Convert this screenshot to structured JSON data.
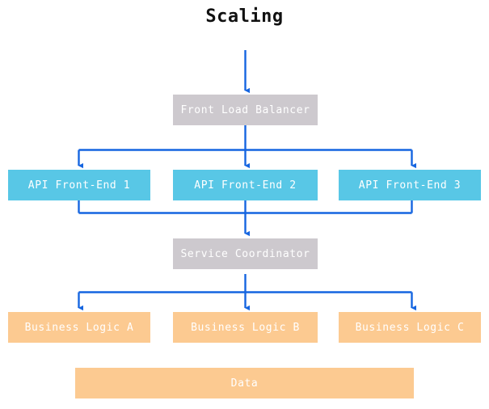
{
  "diagram": {
    "title": "Scaling",
    "type": "flowchart",
    "accent_line_color": "#1565e0",
    "background_color": "#ffffff",
    "palette": {
      "gray": "#cdc9ce",
      "cyan": "#58c7e6",
      "orange": "#fcca91",
      "node_text": "#ffffff",
      "title_text": "#111111"
    },
    "tiers": [
      {
        "name": "entry",
        "nodes": [
          {
            "id": "front-load-balancer",
            "label": "Front Load Balancer",
            "color": "gray"
          }
        ]
      },
      {
        "name": "api-front-ends",
        "nodes": [
          {
            "id": "api-front-end-1",
            "label": "API Front-End 1",
            "color": "cyan"
          },
          {
            "id": "api-front-end-2",
            "label": "API Front-End 2",
            "color": "cyan"
          },
          {
            "id": "api-front-end-3",
            "label": "API Front-End 3",
            "color": "cyan"
          }
        ]
      },
      {
        "name": "coordination",
        "nodes": [
          {
            "id": "service-coordinator",
            "label": "Service Coordinator",
            "color": "gray"
          }
        ]
      },
      {
        "name": "business-logic",
        "nodes": [
          {
            "id": "business-logic-a",
            "label": "Business Logic A",
            "color": "orange"
          },
          {
            "id": "business-logic-b",
            "label": "Business Logic B",
            "color": "orange"
          },
          {
            "id": "business-logic-c",
            "label": "Business Logic C",
            "color": "orange"
          }
        ]
      },
      {
        "name": "storage",
        "nodes": [
          {
            "id": "data",
            "label": "Data",
            "color": "orange"
          }
        ]
      }
    ],
    "edges": [
      {
        "from": "input",
        "to": "front-load-balancer",
        "arrow": "down"
      },
      {
        "from": "front-load-balancer",
        "to": "api-front-end-1",
        "arrow": "down"
      },
      {
        "from": "front-load-balancer",
        "to": "api-front-end-2",
        "arrow": "down"
      },
      {
        "from": "front-load-balancer",
        "to": "api-front-end-3",
        "arrow": "down"
      },
      {
        "from": "api-front-end-1",
        "to": "service-coordinator",
        "arrow": "down"
      },
      {
        "from": "api-front-end-2",
        "to": "service-coordinator",
        "arrow": "down"
      },
      {
        "from": "api-front-end-3",
        "to": "service-coordinator",
        "arrow": "down"
      },
      {
        "from": "service-coordinator",
        "to": "business-logic-a",
        "arrow": "down"
      },
      {
        "from": "service-coordinator",
        "to": "business-logic-b",
        "arrow": "down"
      },
      {
        "from": "service-coordinator",
        "to": "business-logic-c",
        "arrow": "down"
      }
    ]
  }
}
